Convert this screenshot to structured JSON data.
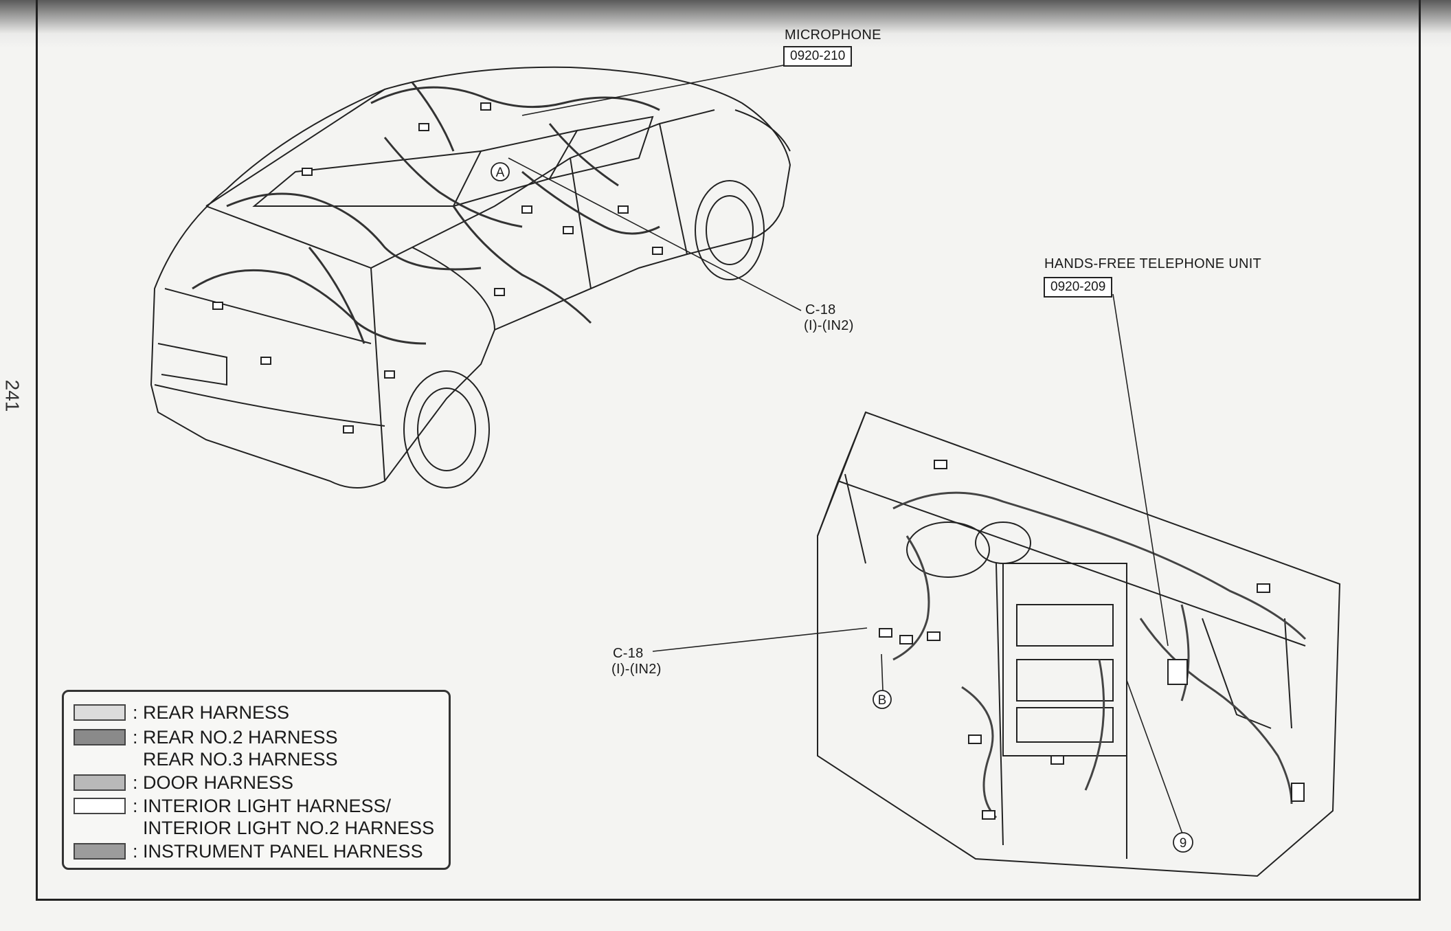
{
  "page_number": "241",
  "callouts": {
    "microphone": {
      "label": "MICROPHONE",
      "code": "0920-210"
    },
    "connector_top": {
      "line1": "C-18",
      "line2": "(I)-(IN2)"
    },
    "telephone_unit": {
      "label": "HANDS-FREE TELEPHONE UNIT",
      "code": "0920-209"
    },
    "connector_dash": {
      "line1": "C-18",
      "line2": "(I)-(IN2)"
    },
    "markers": {
      "a": "A",
      "b": "B",
      "nine": "9"
    }
  },
  "legend": {
    "items": [
      {
        "text": ": REAR HARNESS",
        "swatch": "#dcdcdc"
      },
      {
        "text": ": REAR NO.2 HARNESS\n  REAR NO.3 HARNESS",
        "swatch": "#8a8a8a"
      },
      {
        "text": ": DOOR HARNESS",
        "swatch": "#b9b9b9"
      },
      {
        "text": ": INTERIOR LIGHT HARNESS/\n  INTERIOR LIGHT NO.2 HARNESS",
        "swatch": "#ffffff"
      },
      {
        "text": ": INSTRUMENT PANEL HARNESS",
        "swatch": "#9c9c9c"
      }
    ]
  }
}
